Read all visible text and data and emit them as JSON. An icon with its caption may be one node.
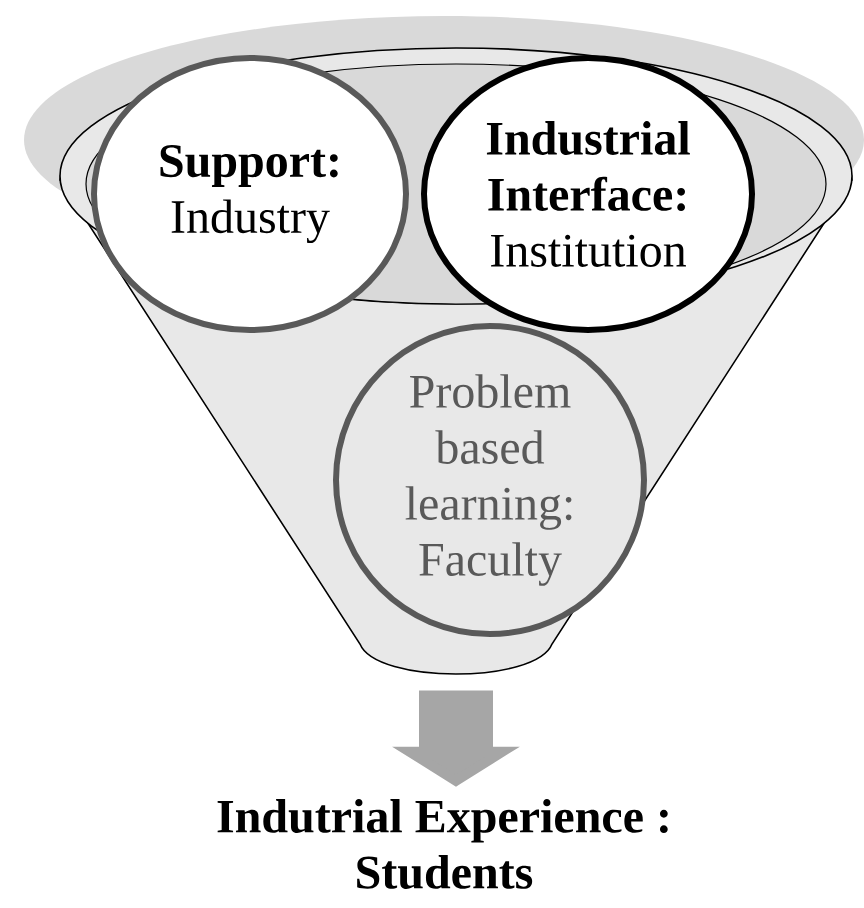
{
  "diagram": {
    "nodes": [
      {
        "text": [],
        "shape": "funnel"
      },
      {
        "text": [
          "Support:",
          "Industry"
        ],
        "in": 0
      },
      {
        "text": [
          "Industrial Interface:",
          "Institution"
        ],
        "in": 0
      },
      {
        "text": [
          "Problem based learning: Faculty"
        ],
        "in": 0
      },
      {
        "text": [
          "Indutrial Experience : Students"
        ]
      }
    ],
    "edges": [
      {
        "from": 0,
        "to": 4,
        "arrow": "to"
      }
    ]
  }
}
